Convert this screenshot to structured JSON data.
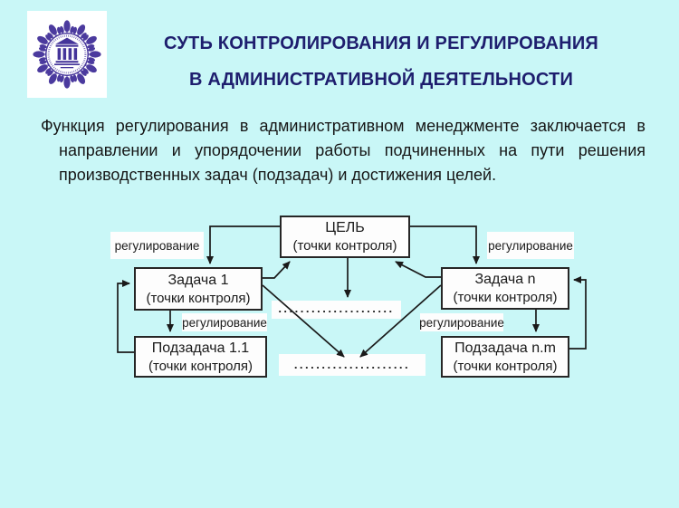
{
  "slide": {
    "title": {
      "line1": "СУТЬ КОНТРОЛИРОВАНИЯ И РЕГУЛИРОВАНИЯ",
      "line2": "В АДМИНИСТРАТИВНОЙ ДЕЯТЕЛЬНОСТИ"
    },
    "body": {
      "lines": [
        "Функция регулирования в административном менеджменте заключается в",
        "направлении и упорядочении работы подчиненных на пути решения",
        "производственных задач (подзадач) и достижения целей."
      ]
    },
    "colors": {
      "background": "#c9f7f7",
      "title_text": "#1e1e6e",
      "emblem": "#4b3a9e",
      "diagram_line": "#1a1a1a",
      "box_border": "#262626",
      "box_fill": "#fdfdfd"
    },
    "logo_icon": "university-emblem"
  },
  "diagram": {
    "nodes": {
      "goal": {
        "title": "ЦЕЛЬ",
        "subtitle": "(точки контроля)"
      },
      "task1": {
        "title": "Задача 1",
        "subtitle": "(точки контроля)"
      },
      "taskN": {
        "title": "Задача n",
        "subtitle": "(точки контроля)"
      },
      "sub11": {
        "title": "Подзадача 1.1",
        "subtitle": "(точки контроля)"
      },
      "subNM": {
        "title": "Подзадача n.m",
        "subtitle": "(точки контроля)"
      }
    },
    "labels": {
      "regulation_top_left": "регулирование",
      "regulation_top_right": "регулирование",
      "regulation_mid_left": "регулирование",
      "regulation_mid_right": "регулирование"
    },
    "ellipsis_mid": ".....................",
    "ellipsis_bottom": "....................."
  }
}
